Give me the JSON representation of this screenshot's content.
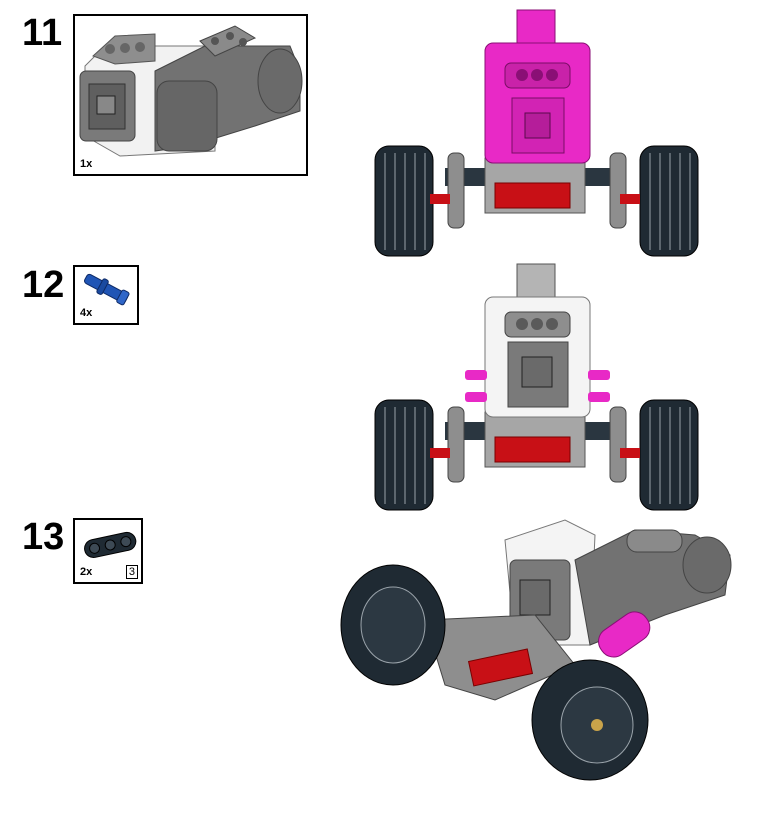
{
  "steps": [
    {
      "number": "11",
      "parts": [
        {
          "name": "large-motor",
          "quantity": "1x"
        }
      ]
    },
    {
      "number": "12",
      "parts": [
        {
          "name": "axle-pin-with-friction",
          "quantity": "4x",
          "color": "#2055b5"
        }
      ]
    },
    {
      "number": "13",
      "parts": [
        {
          "name": "beam-3",
          "quantity": "2x",
          "length": "3",
          "color": "#1f2a33"
        }
      ]
    }
  ],
  "colors": {
    "magenta": "#e829c6",
    "tire": "#1f2a33",
    "red": "#c81016",
    "light-gray": "#a6a6a6",
    "dark-gray": "#6b6b6b",
    "white": "#f4f4f4"
  }
}
